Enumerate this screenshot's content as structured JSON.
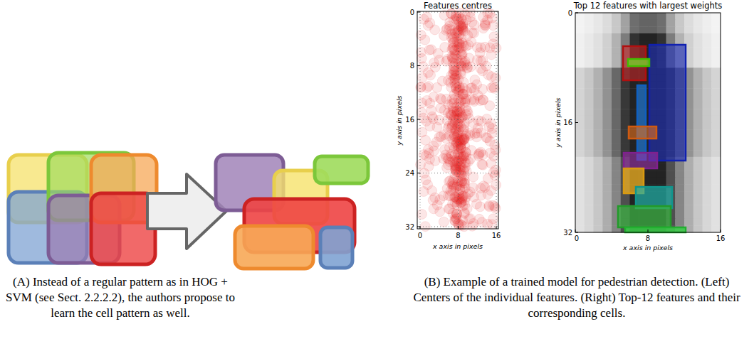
{
  "diagram": {
    "labels": [
      "(A) Instead of a regular pattern as in HOG + SVM (see Sect. 2.2.2.2), the authors propose to learn the cell pattern as well.",
      "(B) Example of a trained model for pedestrian detection. (Left) Centers of the individual features. (Right) Top-12 features and their corresponding cells.",
      "Features centres",
      "Top 12 features with largest weights",
      "0",
      "8",
      "16",
      "24",
      "32",
      "0",
      "8",
      "16",
      "y axis in pixels",
      "x axis in pixels",
      "0",
      "16",
      "32",
      "0",
      "8",
      "16",
      "y axis in pixels",
      "x axis in pixels"
    ]
  }
}
